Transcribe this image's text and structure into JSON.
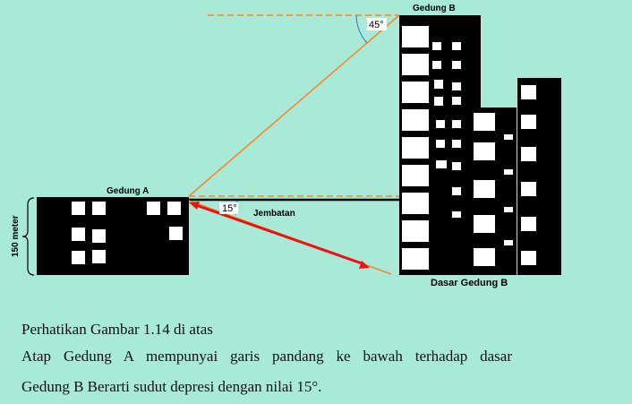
{
  "labels": {
    "building_a": "Gedung A",
    "building_b": "Gedung B",
    "base_b": "Dasar Gedung B",
    "bridge": "Jembatan",
    "angle_45": "45°",
    "angle_15": "15°",
    "height": "150 meter"
  },
  "caption": {
    "line1": "Perhatikan Gambar 1.14 di atas",
    "line2": "Atap Gedung A mempunyai garis pandang ke bawah terhadap dasar",
    "line3": "Gedung B  Berarti sudut depresi dengan nilai 15°."
  },
  "colors": {
    "background": "#a8ead7",
    "building": "#000000",
    "window": "#ffffff",
    "sight_line": "#f08a2c",
    "depression_arrow": "#ee1111"
  }
}
